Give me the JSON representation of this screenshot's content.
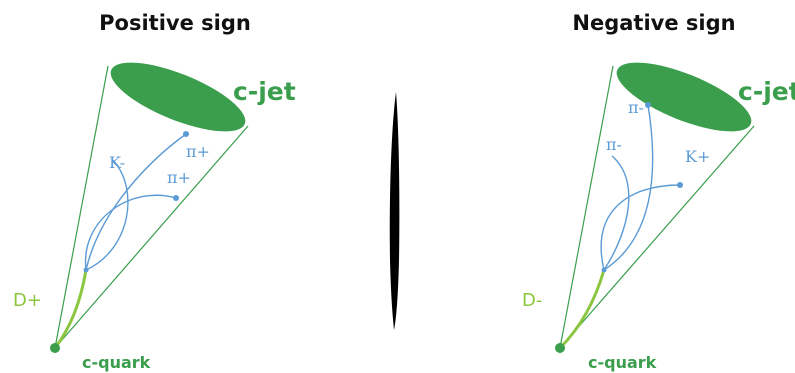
{
  "colors": {
    "green": "#3a9e4c",
    "light_green": "#8cc63f",
    "blue": "#5b9bd5",
    "black": "#000000"
  },
  "panels": {
    "left": {
      "title": "Positive sign",
      "jet_label": "c-jet",
      "meson_label": "D+",
      "quark_label": "c-quark",
      "particles": [
        "K-",
        "π+",
        "π+"
      ]
    },
    "right": {
      "title": "Negative sign",
      "jet_label": "c-jet",
      "meson_label": "D-",
      "quark_label": "c-quark",
      "particles": [
        "π-",
        "π-",
        "K+"
      ]
    }
  }
}
